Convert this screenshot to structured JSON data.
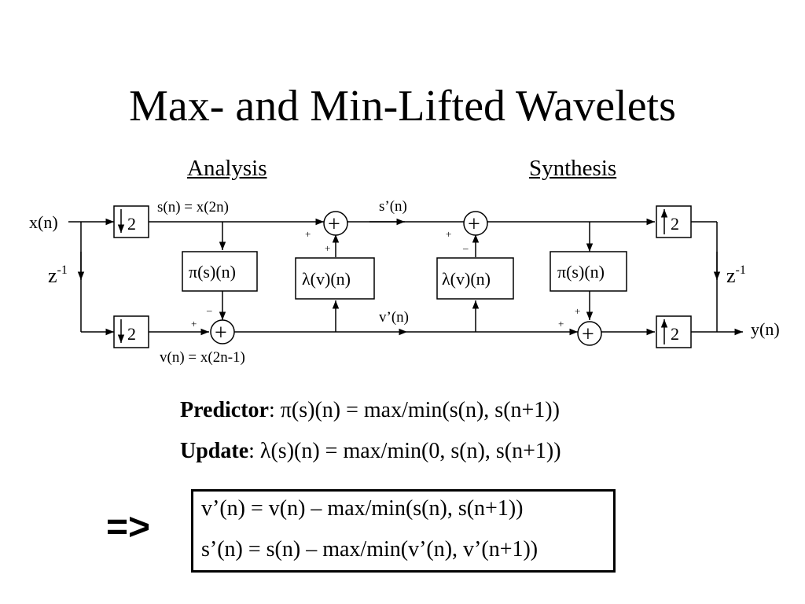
{
  "title": "Max- and Min-Lifted Wavelets",
  "sections": {
    "analysis": "Analysis",
    "synthesis": "Synthesis"
  },
  "diagram": {
    "input": "x(n)",
    "output": "y(n)",
    "delay_base": "z",
    "delay_exp": "-1",
    "factor": "2",
    "even_branch": "s(n) = x(2n)",
    "odd_branch": "v(n) = x(2n-1)",
    "even_out": "s’(n)",
    "odd_out": "v’(n)",
    "predictor": "π(s)(n)",
    "update": "λ(v)(n)",
    "adder": "+",
    "plus": "+",
    "minus": "–"
  },
  "equations": {
    "predictor_label": "Predictor",
    "predictor_body": ": π(s)(n) = max/min(s(n), s(n+1))",
    "update_label": "Update",
    "update_body": ": λ(s)(n) = max/min(0, s(n), s(n+1))"
  },
  "implies": "=>",
  "result": {
    "line1": "v’(n) = v(n) – max/min(s(n), s(n+1))",
    "line2": "s’(n) = s(n) – max/min(v’(n), v’(n+1))"
  }
}
